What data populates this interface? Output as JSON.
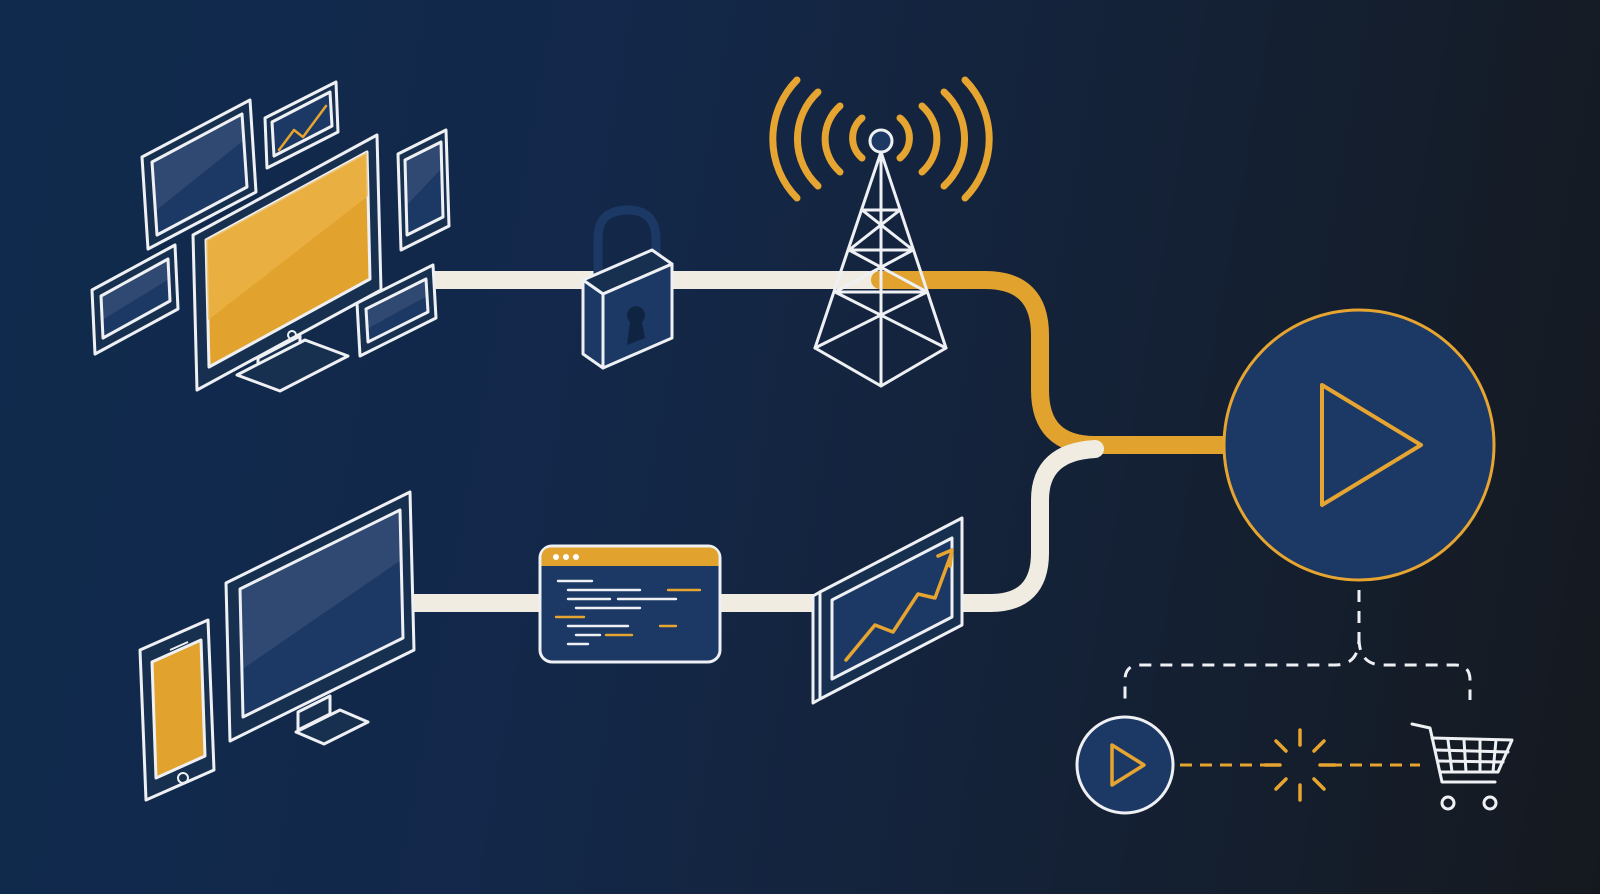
{
  "colors": {
    "background_left": "#0f2a4d",
    "background_right": "#15191f",
    "accent_gold": "#e6a430",
    "line_cream": "#f1ece1",
    "navy_fill": "#1c3864",
    "outline": "#eef0f4"
  },
  "nodes": [
    {
      "id": "multi-device-cluster",
      "icon": "monitor-with-devices-icon"
    },
    {
      "id": "padlock",
      "icon": "lock-icon"
    },
    {
      "id": "broadcast-tower",
      "icon": "antenna-tower-icon"
    },
    {
      "id": "desktop-and-phone",
      "icon": "desktop-phone-icon"
    },
    {
      "id": "code-window",
      "icon": "browser-code-icon"
    },
    {
      "id": "growth-chart",
      "icon": "trend-chart-icon"
    },
    {
      "id": "play-hub",
      "icon": "play-circle-icon"
    },
    {
      "id": "small-play",
      "icon": "play-circle-icon"
    },
    {
      "id": "spark",
      "icon": "sparkle-icon"
    },
    {
      "id": "shopping-cart",
      "icon": "cart-icon"
    }
  ],
  "connections": [
    {
      "from": "multi-device-cluster",
      "to": "padlock",
      "style": "solid-cream"
    },
    {
      "from": "padlock",
      "to": "broadcast-tower",
      "style": "solid-cream"
    },
    {
      "from": "broadcast-tower",
      "to": "play-hub",
      "style": "solid-gold"
    },
    {
      "from": "desktop-and-phone",
      "to": "code-window",
      "style": "solid-cream"
    },
    {
      "from": "code-window",
      "to": "growth-chart",
      "style": "solid-cream"
    },
    {
      "from": "growth-chart",
      "to": "play-hub",
      "style": "solid-cream"
    },
    {
      "from": "play-hub",
      "to": "small-play",
      "style": "dashed-white"
    },
    {
      "from": "play-hub",
      "to": "shopping-cart",
      "style": "dashed-white"
    },
    {
      "from": "small-play",
      "to": "spark",
      "style": "dashed-gold"
    },
    {
      "from": "spark",
      "to": "shopping-cart",
      "style": "dashed-gold"
    }
  ]
}
